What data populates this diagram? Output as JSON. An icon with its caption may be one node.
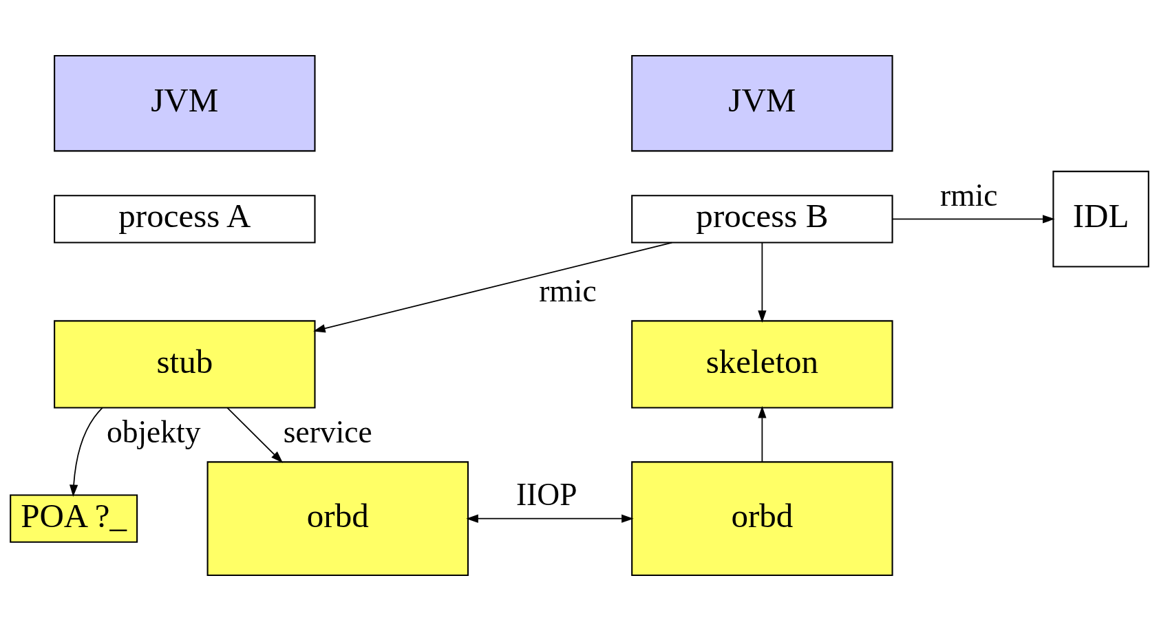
{
  "diagram": {
    "nodes": [
      {
        "text": [
          "JVM"
        ]
      },
      {
        "text": [
          "process A"
        ]
      },
      {
        "text": [
          "stub"
        ]
      },
      {
        "text": [
          "JVM"
        ]
      },
      {
        "text": [
          "process B"
        ]
      },
      {
        "text": [
          "skeleton"
        ]
      },
      {
        "text": [
          "IDL"
        ]
      },
      {
        "text": [
          "POA ?_"
        ]
      },
      {
        "text": [
          "orbd"
        ]
      },
      {
        "text": [
          "orbd"
        ]
      }
    ],
    "edges": [
      {
        "from": 4,
        "to": 2,
        "arrow": "to",
        "label": "rmic"
      },
      {
        "from": 4,
        "to": 5,
        "arrow": "to"
      },
      {
        "from": 4,
        "to": 6,
        "arrow": "to",
        "label": "rmic"
      },
      {
        "from": 2,
        "to": 7,
        "arrow": "to",
        "label": "objekty"
      },
      {
        "from": 2,
        "to": 8,
        "arrow": "to",
        "label": "service"
      },
      {
        "from": 9,
        "to": 5,
        "arrow": "to"
      },
      {
        "from": 8,
        "to": 9,
        "arrow": "both",
        "label": "IIOP"
      }
    ]
  }
}
